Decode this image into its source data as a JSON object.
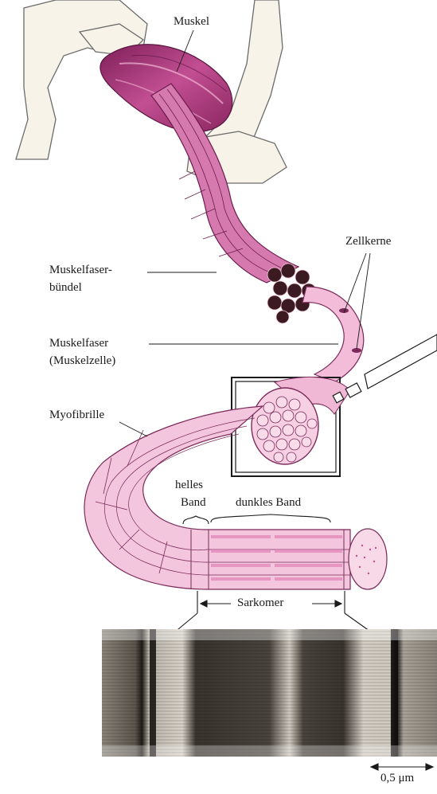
{
  "labels": {
    "muscle": "Muskel",
    "cell_nuclei": "Zellkerne",
    "fiber_bundle_line1": "Muskelfaser-",
    "fiber_bundle_line2": "bündel",
    "fiber_line1": "Muskelfaser",
    "fiber_line2": "(Muskelzelle)",
    "myofibril": "Myofibrille",
    "light_band_line1": "helles",
    "light_band_line2": "Band",
    "dark_band": "dunkles Band",
    "sarcomere": "Sarkomer",
    "scale_bar": "0,5 μm"
  },
  "colors": {
    "muscle": "#b03a7e",
    "fiber_pink": "#e9a4cc",
    "fiber_light": "#f6d7e8",
    "bone": "#f6f2e6",
    "micrograph_dark": "#2b2622",
    "micrograph_light": "#d8d2c8"
  }
}
